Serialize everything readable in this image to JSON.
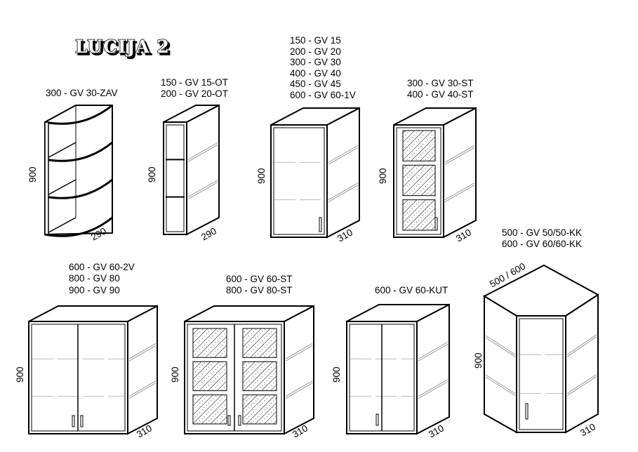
{
  "title": "LUCIJA 2",
  "cabinets": [
    {
      "name": "corner-open-shelf",
      "labels": [
        "300 - GV 30-ZAV"
      ],
      "height": "900",
      "depth": "290"
    },
    {
      "name": "narrow-open-shelf",
      "labels": [
        "150 - GV 15-OT",
        "200 - GV 20-OT"
      ],
      "height": "900",
      "depth": "290"
    },
    {
      "name": "single-door",
      "labels": [
        "150 - GV 15",
        "200 - GV 20",
        "300 - GV 30",
        "400 - GV 40",
        "450 - GV 45",
        "600 - GV 60-1V"
      ],
      "height": "900",
      "depth": "310"
    },
    {
      "name": "single-glass-door",
      "labels": [
        "300 - GV 30-ST",
        "400 - GV 40-ST"
      ],
      "height": "900",
      "depth": "310"
    },
    {
      "name": "double-door",
      "labels": [
        "600 - GV 60-2V",
        "800 - GV 80",
        "900 - GV 90"
      ],
      "height": "900",
      "depth": "310"
    },
    {
      "name": "double-glass-door",
      "labels": [
        "600 - GV 60-ST",
        "800 - GV 80-ST"
      ],
      "height": "900",
      "depth": "310"
    },
    {
      "name": "double-door-kut",
      "labels": [
        "600 - GV 60-KUT"
      ],
      "height": "900",
      "depth": "310"
    },
    {
      "name": "corner-cabinet",
      "labels": [
        "500 - GV 50/50-KK",
        "600 - GV 60/60-KK"
      ],
      "height": "900",
      "depth": "310",
      "width": "500 / 600"
    }
  ]
}
